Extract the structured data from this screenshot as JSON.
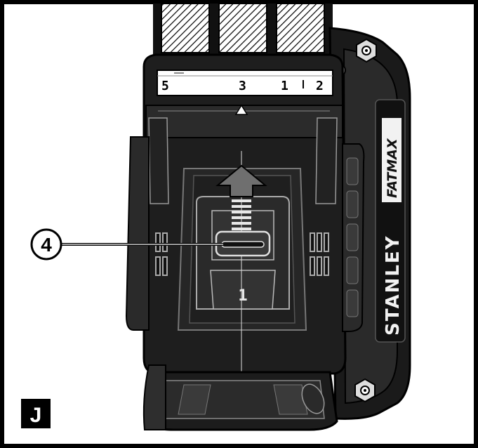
{
  "figure": {
    "label": "J",
    "callout": "4",
    "brand": {
      "name": "STANLEY",
      "sub": "FATMAX"
    },
    "scale_marks": [
      "5",
      "3",
      "1",
      "2"
    ],
    "slider_mark": "1"
  },
  "colors": {
    "ink": "#000000",
    "paper": "#ffffff",
    "dark": "#1a1a1a",
    "mid": "#444444",
    "light": "#bdbdbd",
    "arrow": "#6f6f6f"
  }
}
